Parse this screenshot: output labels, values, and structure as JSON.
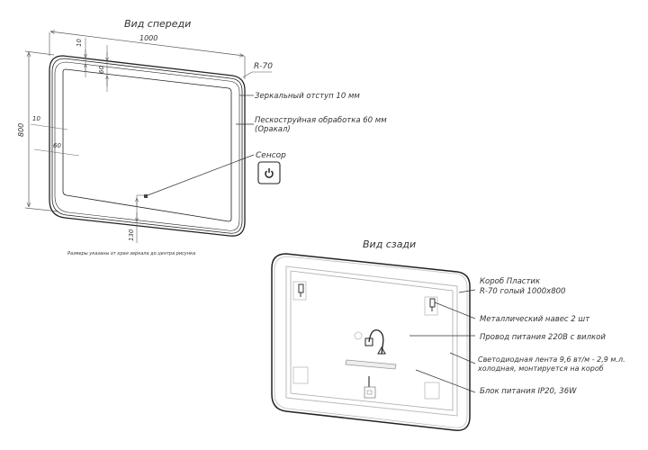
{
  "front_view": {
    "title": "Вид спереди",
    "dim_width": "1000",
    "dim_height": "800",
    "dim_top_offset": "10",
    "dim_top_sandblast": "60",
    "dim_left_offset": "10",
    "dim_left_sandblast": "60",
    "dim_sensor": "130",
    "radius_label": "R-70",
    "callouts": {
      "mirror_offset": "Зеркальный отступ 10 мм",
      "sandblast_line1": "Пескоструйная обработка 60 мм",
      "sandblast_line2": "(Оракал)",
      "sensor": "Сенсор"
    },
    "note": "Размеры указаны от края зеркала до центра рисунка",
    "sensor_icon": "power-icon"
  },
  "back_view": {
    "title": "Вид сзади",
    "callouts": {
      "box_line1": "Короб Пластик",
      "box_line2": "R-70 голый 1000х800",
      "hanger": "Металлический навес 2 шт",
      "power_cord": "Провод питания 220В с вилкой",
      "led_line1": "Светодиодная лента 9,6 вт/м - 2,9 м.л.",
      "led_line2": "холодная, монтируется на короб",
      "psu": "Блок питания IP20, 36W"
    }
  },
  "colors": {
    "line": "#222222",
    "thin": "#555555",
    "light": "#bbbbbb"
  }
}
